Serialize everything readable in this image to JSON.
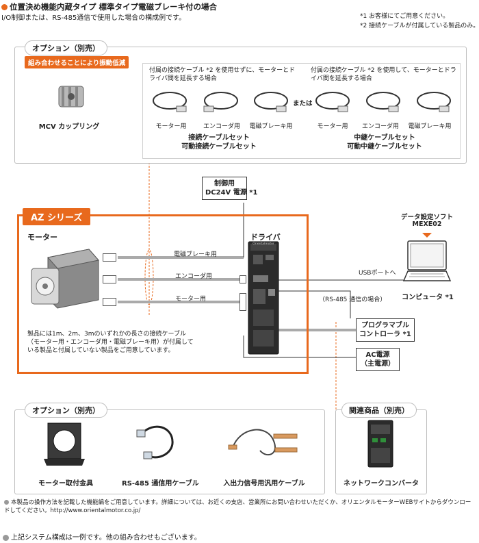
{
  "colors": {
    "accent": "#e8691d",
    "box_border": "#bdbdbd",
    "line": "#999999"
  },
  "header": {
    "title": "位置決め機能内蔵タイプ 標準タイプ電磁ブレーキ付の場合",
    "subtitle": "I/O制御または、RS-485通信で使用した場合の構成例です。",
    "note1": "*1 お客様にてご用意ください。",
    "note2": "*2 接続ケーブルが付属している製品のみ。"
  },
  "top_option": {
    "tag": "オプション（別売）",
    "vibration_badge": "組み合わせることにより振動低減",
    "coupling_label": "MCV カップリング",
    "left_note": "付属の接続ケーブル *2 を使用せずに、モーターとドライバ間を延長する場合",
    "right_note": "付属の接続ケーブル *2 を使用して、モーターとドライバ間を延長する場合",
    "or_label": "または",
    "cable_labels_left": [
      "モーター用",
      "エンコーダ用",
      "電磁ブレーキ用"
    ],
    "cable_labels_right": [
      "モーター用",
      "エンコーダ用",
      "電磁ブレーキ用"
    ],
    "set_left_1": "接続ケーブルセット",
    "set_left_2": "可動接続ケーブルセット",
    "set_right_1": "中継ケーブルセット",
    "set_right_2": "可動中継ケーブルセット"
  },
  "power24": {
    "line1": "制御用",
    "line2": "DC24V 電源 *1"
  },
  "az": {
    "tag": "AZ シリーズ",
    "motor_label": "モーター",
    "driver_label": "ドライバ",
    "driver_brand": "Orientalmotor",
    "cable_brake": "電磁ブレーキ用",
    "cable_encoder": "エンコーダ用",
    "cable_motor": "モーター用",
    "description": "製品には1m、2m、3mのいずれかの長さの接続ケーブル（モーター用・エンコーダ用・電磁ブレーキ用）が付属している製品と付属していない製品をご用意しています。"
  },
  "software": {
    "line1": "データ設定ソフト",
    "line2": "MEXE02"
  },
  "usb_label": "USBポートへ",
  "computer_label": "コンピュータ *1",
  "rs485_label": "（RS-485 通信の場合）",
  "plc": {
    "line1": "プログラマブル",
    "line2": "コントローラ *1"
  },
  "ac_power": {
    "line1": "AC電源",
    "line2": "（主電源）"
  },
  "bottom_option": {
    "tag": "オプション（別売）",
    "items": [
      "モーター取付金具",
      "RS-485 通信用ケーブル",
      "入出力信号用汎用ケーブル"
    ]
  },
  "related": {
    "tag": "関連商品（別売）",
    "item": "ネットワークコンバータ"
  },
  "footer": {
    "manual_note": "本製品の操作方法を記載した機能編をご用意しています。詳細については、お近くの支店、営業所にお問い合わせいただくか、オリエンタルモーターWEBサイトからダウンロードしてください。http://www.orientalmotor.co.jp/",
    "system_note": "上記システム構成は一例です。他の組み合わせもございます。"
  }
}
